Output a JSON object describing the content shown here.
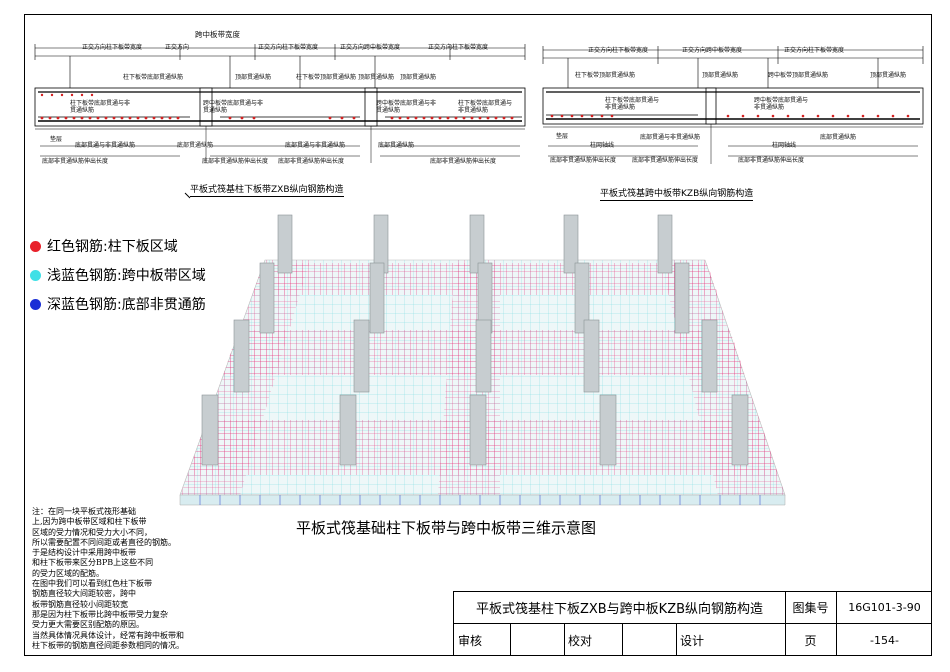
{
  "diagram_left": {
    "top_label": "跨中板带宽度",
    "dims": [
      "正交方向柱下板带宽度",
      "正交方向",
      "正交方向柱下板带宽度",
      "正交方向跨中板带宽度",
      "正交方向柱下板带宽度"
    ],
    "labels": [
      "柱下板带底部贯通纵筋",
      "顶部贯通纵筋",
      "柱下板带顶部贯通纵筋",
      "顶部贯通纵筋",
      "顶部贯通纵筋"
    ],
    "inner_labels": [
      "柱下板带底部贯通与非贯通纵筋",
      "跨中板带底部贯通与非贯通纵筋",
      "跨中板带底部贯通与非贯通纵筋",
      "柱下板带底部贯通与非贯通纵筋"
    ],
    "bottom_labels": [
      "垫层",
      "底部贯通与非贯通纵筋",
      "底部贯通纵筋",
      "底部贯通与非贯通纵筋",
      "底部贯通纵筋"
    ],
    "length_labels": [
      "底部非贯通纵筋伸出长度",
      "底部非贯通纵筋伸出长度",
      "底部非贯通纵筋伸出长度",
      "底部非贯通纵筋伸出长度"
    ],
    "title": "平板式筏基柱下板带ZXB纵向钢筋构造"
  },
  "diagram_right": {
    "dims": [
      "正交方向柱下板带宽度",
      "正交方向跨中板带宽度",
      "正交方向柱下板带宽度"
    ],
    "labels": [
      "柱下板带顶部贯通纵筋",
      "顶部贯通纵筋",
      "跨中板带顶部贯通纵筋",
      "顶部贯通纵筋"
    ],
    "inner_labels": [
      "柱下板带底部贯通与非贯通纵筋",
      "跨中板带底部贯通与非贯通纵筋"
    ],
    "bottom_labels": [
      "垫层",
      "柱网轴线",
      "底部贯通与非贯通纵筋",
      "柱网轴线",
      "底部贯通纵筋"
    ],
    "length_labels": [
      "底部非贯通纵筋伸出长度",
      "底部非贯通纵筋伸出长度",
      "底部非贯通纵筋伸出长度"
    ],
    "title": "平板式筏基跨中板带KZB纵向钢筋构造"
  },
  "legend": [
    {
      "color": "#e8202a",
      "text": "红色钢筋:柱下板区域"
    },
    {
      "color": "#3fe0e6",
      "text": "浅蓝色钢筋:跨中板带区域"
    },
    {
      "color": "#1a2fd6",
      "text": "深蓝色钢筋:底部非贯通筋"
    }
  ],
  "caption_3d": "平板式筏基础柱下板带与跨中板带三维示意图",
  "note": "注：在同一块平板式筏形基础\n上,因为跨中板带区域和柱下板带\n区域的受力情况和受力大小不同，\n所以需要配置不同间距或者直径的钢筋。\n于是结构设计中采用跨中板带\n和柱下板带来区分BPB上这些不同\n的受力区域的配筋。\n在图中我们可以看到红色柱下板带\n钢筋直径较大间距较密，跨中\n板带钢筋直径较小间距较宽\n那是因为柱下板带比跨中板带受力复杂\n受力更大需要区别配筋的原因。\n当然具体情况具体设计，经常有跨中板带和\n柱下板带的钢筋直径间距参数相同的情况。",
  "title_block": {
    "drawing_title": "平板式筏基柱下板ZXB与跨中板KZB纵向钢筋构造",
    "atlas_label": "图集号",
    "atlas_no": "16G101-3-90",
    "review": "审核",
    "check": "校对",
    "design": "设计",
    "page_label": "页",
    "page_no": "-154-"
  }
}
